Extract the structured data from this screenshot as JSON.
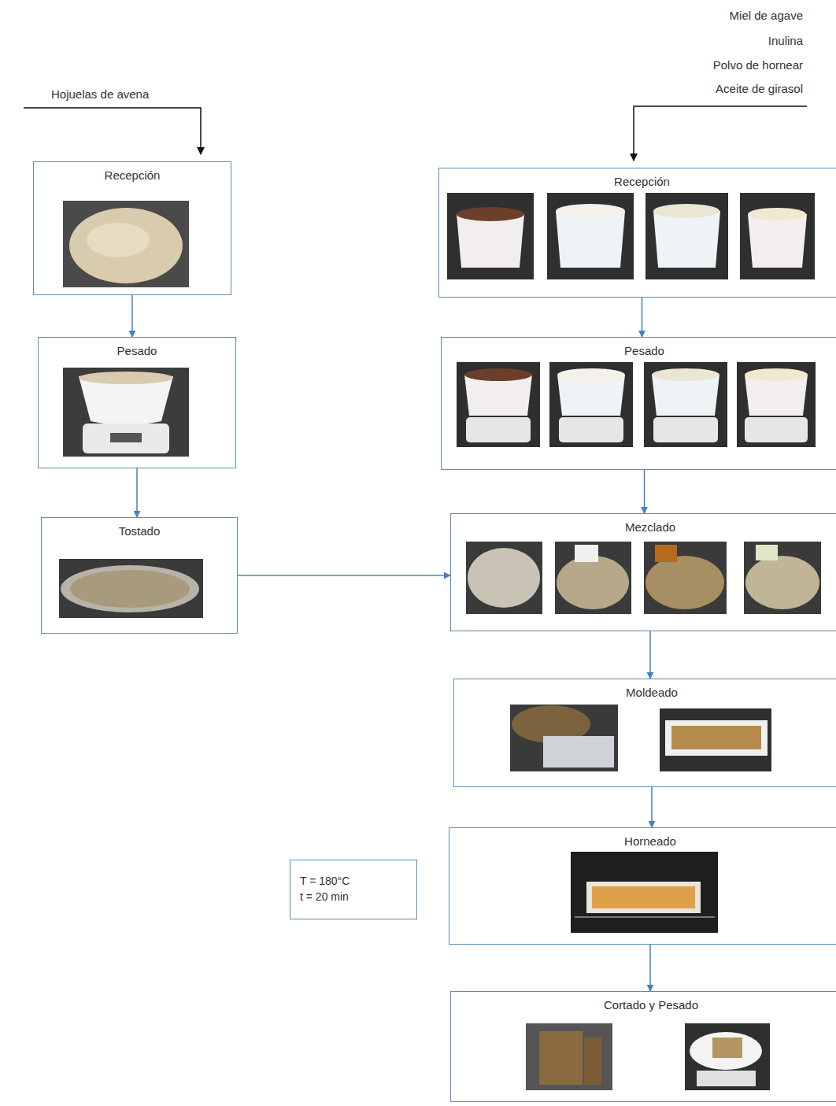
{
  "diagram": {
    "nodes": [
      {
        "text": [
          "Recepción"
        ]
      },
      {
        "text": [
          "Pesado"
        ]
      },
      {
        "text": [
          "Tostado"
        ]
      },
      {
        "text": [
          "Recepción"
        ]
      },
      {
        "text": [
          "Pesado"
        ]
      },
      {
        "text": [
          "Mezclado"
        ]
      },
      {
        "text": [
          "Moldeado"
        ]
      },
      {
        "text": [
          "Horneado"
        ]
      },
      {
        "text": [
          "Cortado y Pesado"
        ]
      },
      {
        "text": [
          "T = 180°C",
          "t = 20 min"
        ]
      }
    ],
    "edges": [
      {
        "from": 0,
        "to": 1,
        "arrow": "to"
      },
      {
        "from": 1,
        "to": 2,
        "arrow": "to"
      },
      {
        "from": 2,
        "to": 5,
        "arrow": "to"
      },
      {
        "from": 3,
        "to": 4,
        "arrow": "to"
      },
      {
        "from": 4,
        "to": 5,
        "arrow": "to"
      },
      {
        "from": 5,
        "to": 6,
        "arrow": "to"
      },
      {
        "from": 6,
        "to": 7,
        "arrow": "to"
      },
      {
        "from": 7,
        "to": 8,
        "arrow": "to"
      }
    ],
    "labels": [
      "Miel de agave",
      "Inulina",
      "Polvo de hornear",
      "Aceite de girasol",
      "Hojuelas de avena"
    ]
  }
}
